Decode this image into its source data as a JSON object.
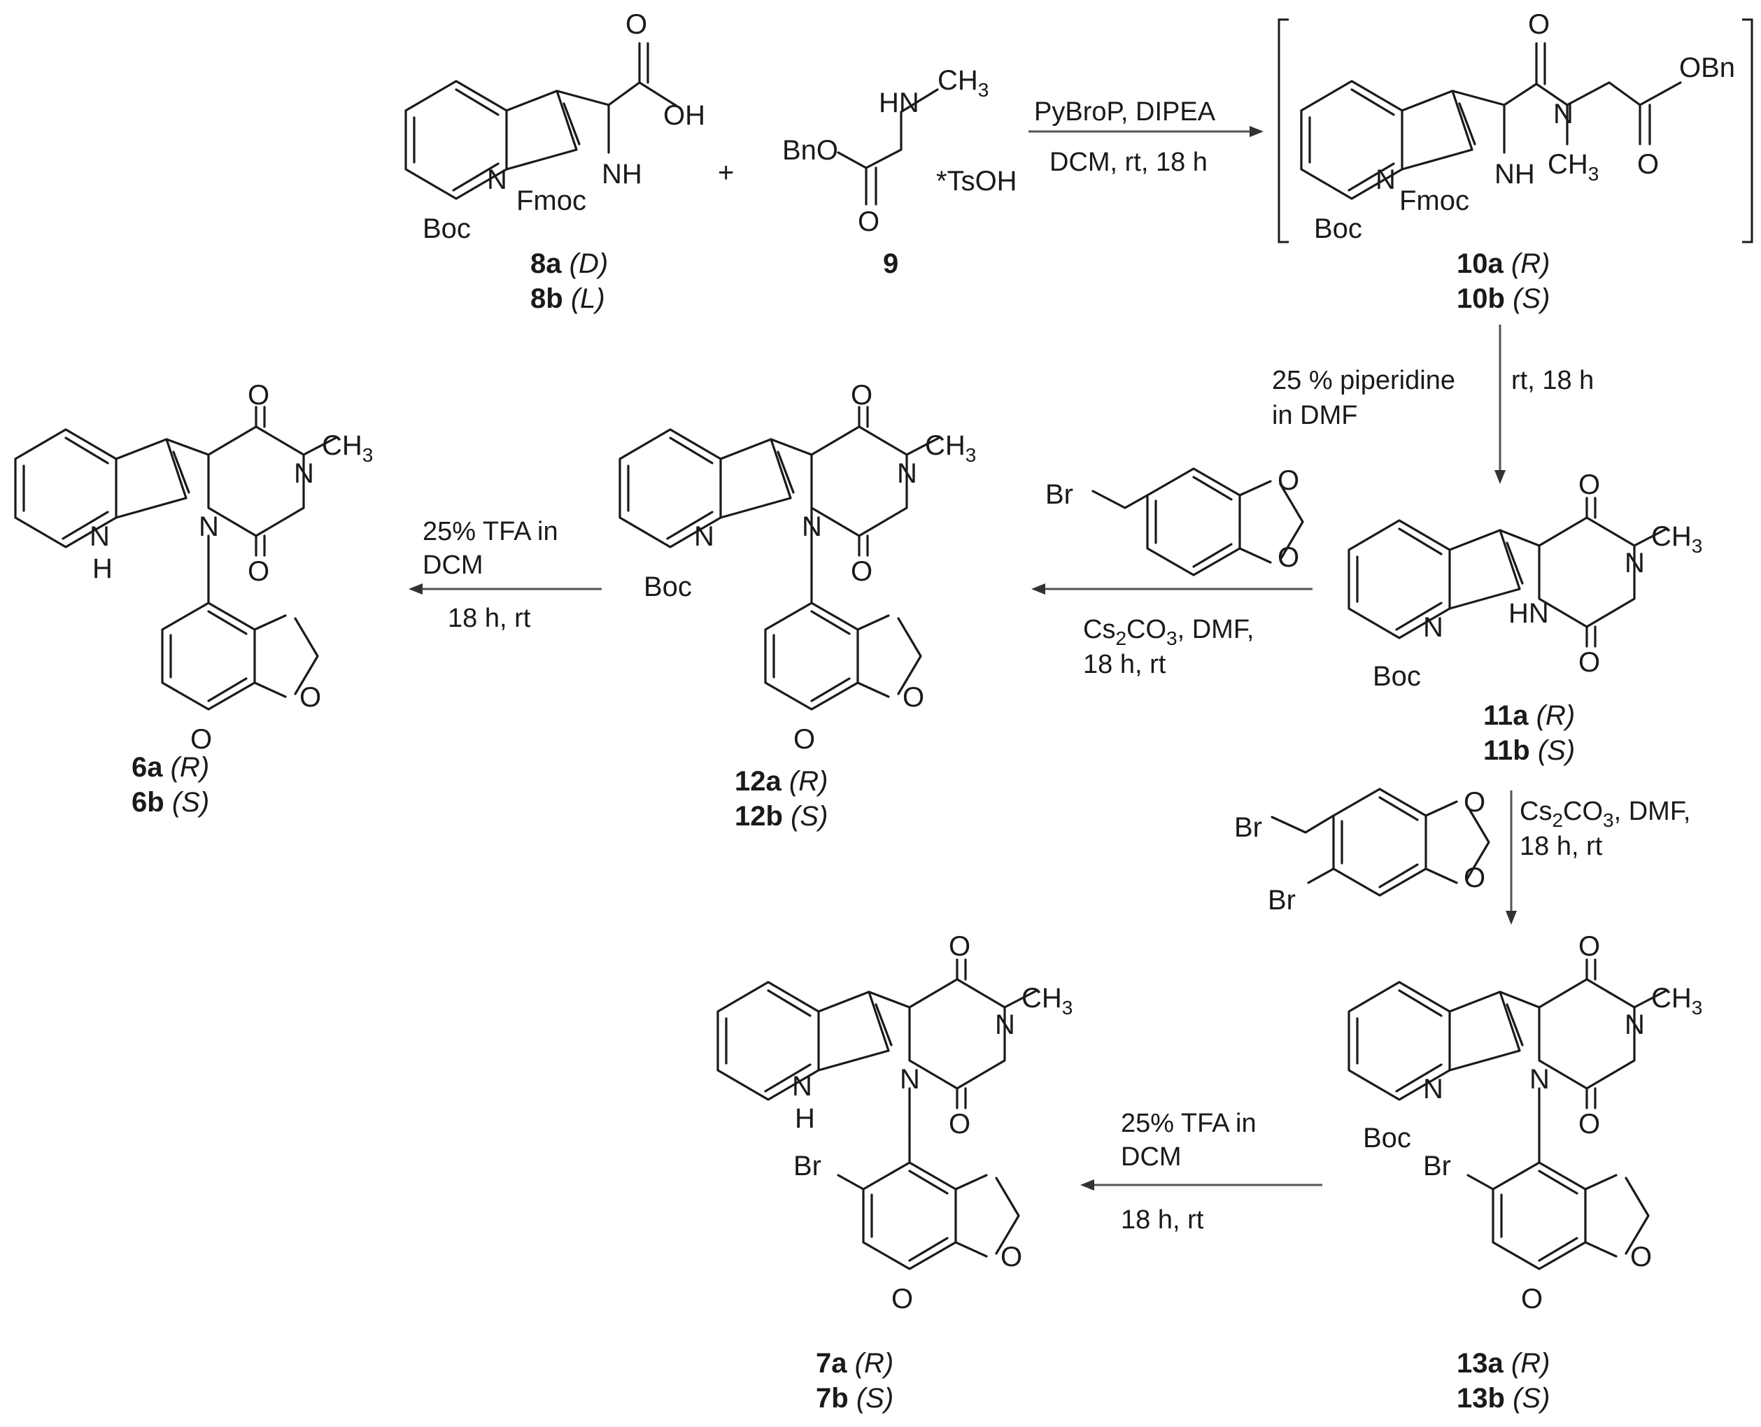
{
  "atoms": {
    "oh": "OH",
    "o": "O",
    "nh": "NH",
    "hn": "HN",
    "n": "N",
    "h": "H",
    "fmoc": "Fmoc",
    "boc": "Boc",
    "bno": "BnO",
    "obn": "OBn",
    "ch": "CH",
    "three": "3",
    "br": "Br",
    "tsoh": "*TsOH",
    "plus": "+"
  },
  "conditions": {
    "step1_line1": "PyBroP, DIPEA",
    "step1_line2": "DCM, rt, 18 h",
    "step2_left_line1": "25 % piperidine",
    "step2_left_line2": "in DMF",
    "step2_right": "rt, 18 h",
    "step3_line1_a": "Cs",
    "step3_line1_sub1": "2",
    "step3_line1_b": "CO",
    "step3_line1_sub2": "3",
    "step3_line1_c": ", DMF,",
    "step3_line2": "18 h, rt",
    "tfa_line1": "25% TFA in",
    "tfa_line2": "DCM",
    "tfa_line3": "18 h, rt"
  },
  "labels": {
    "c8a": "8a",
    "c8a_cfg": "(D)",
    "c8b": "8b",
    "c8b_cfg": "(L)",
    "c9": "9",
    "c10a": "10a",
    "c10a_cfg": "(R)",
    "c10b": "10b",
    "c10b_cfg": "(S)",
    "c11a": "11a",
    "c11a_cfg": "(R)",
    "c11b": "11b",
    "c11b_cfg": "(S)",
    "c12a": "12a",
    "c12a_cfg": "(R)",
    "c12b": "12b",
    "c12b_cfg": "(S)",
    "c6a": "6a",
    "c6a_cfg": "(R)",
    "c6b": "6b",
    "c6b_cfg": "(S)",
    "c13a": "13a",
    "c13a_cfg": "(R)",
    "c13b": "13b",
    "c13b_cfg": "(S)",
    "c7a": "7a",
    "c7a_cfg": "(R)",
    "c7b": "7b",
    "c7b_cfg": "(S)"
  }
}
